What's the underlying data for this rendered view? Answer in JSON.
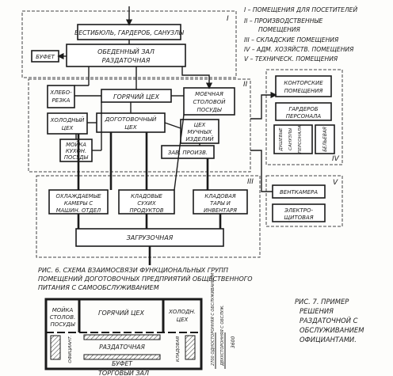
{
  "legend": [
    "I – ПОМЕЩЕНИЯ ДЛЯ ПОСЕТИТЕЛЕЙ",
    "II – ПРОИЗВОДСТВЕННЫЕ",
    "ПОМЕЩЕНИЯ",
    "III – СКЛАДСКИЕ ПОМЕЩЕНИЯ",
    "IV – АДМ. ХОЗЯЙСТВ. ПОМЕЩЕНИЯ",
    "V – ТЕХНИЧЕСК. ПОМЕЩЕНИЯ"
  ],
  "zone_labels": {
    "i": "I",
    "ii": "II",
    "iii": "III",
    "iv": "IV",
    "v": "V"
  },
  "rooms": {
    "vestibule": "ВЕСТИБЮЛЬ, ГАРДЕРОБ, САНУЗЛЫ",
    "dining_hall": [
      "ОБЕДЕННЫЙ ЗАЛ",
      "РАЗДАТОЧНАЯ"
    ],
    "buffet": "БУФЕТ",
    "bread_cutting": [
      "ХЛЕБО-",
      "РЕЗКА"
    ],
    "hot_shop": "ГОРЯЧИЙ ЦЕХ",
    "dish_washing": [
      "МОЕЧНАЯ",
      "СТОЛОВОЙ",
      "ПОСУДЫ"
    ],
    "cold_shop": [
      "ХОЛОДНЫЙ",
      "ЦЕХ"
    ],
    "procurement_shop": [
      "ДОГОТОВОЧНЫЙ",
      "ЦЕХ"
    ],
    "flour_shop": [
      "ЦЕХ",
      "МУЧНЫХ",
      "ИЗДЕЛИЙ"
    ],
    "kitchen_wash": [
      "МОЙКА",
      "КУХОН.",
      "ПОСУДЫ"
    ],
    "prod_office": "ЗАВ. ПРОИЗВ.",
    "chillers": [
      "ОХЛАЖДАЕМЫЕ",
      "КАМЕРЫ С",
      "МАШИН. ОТДЕЛ"
    ],
    "dry_storage": [
      "КЛАДОВЫЕ",
      "СУХИХ",
      "ПРОДУКТОВ"
    ],
    "container_storage": [
      "КЛАДОВАЯ",
      "ТАРЫ И",
      "ИНВЕНТАРЯ"
    ],
    "loading": "ЗАГРУЗОЧНАЯ",
    "office": [
      "КОНТОРСКИЕ",
      "ПОМЕЩЕНИЯ"
    ],
    "staff_wardrobe": [
      "ГАРДЕРОБ",
      "ПЕРСОНАЛА"
    ],
    "showers": [
      "ДУШЕВЫЕ",
      "САНУЗЛЫ",
      "ПЕРСОНАЛА"
    ],
    "linen": "БЕЛЬЕВАЯ",
    "ventilation": "ВЕНТКАМЕРА",
    "switchboard": [
      "ЭЛЕКТРО-",
      "ЩИТОВАЯ"
    ]
  },
  "caption_fig6": [
    "РИС. 6.  СХЕМА ВЗАИМОСВЯЗИ ФУНКЦИОНАЛЬНЫХ ГРУПП",
    "ПОМЕЩЕНИЙ ДОГОТОВОЧНЫХ ПРЕДПРИЯТИЙ ОБЩЕСТВЕННОГО",
    "ПИТАНИЯ  С  САМООБСЛУЖИВАНИЕМ"
  ],
  "caption_fig7": [
    "РИС. 7. ПРИМЕР",
    "РЕШЕНИЯ",
    "РАЗДАТОЧНОЙ С",
    "ОБСЛУЖИВАНИЕМ",
    "ОФИЦИАНТАМИ."
  ],
  "plan": {
    "dish_wash": [
      "МОЙКА",
      "СТОЛОВ.",
      "ПОСУДЫ"
    ],
    "hot_shop": "ГОРЯЧИЙ ЦЕХ",
    "cold_shop": [
      "ХОЛОДН.",
      "ЦЕХ"
    ],
    "serving": "РАЗДАТОЧНАЯ",
    "buffet": "БУФЕТ",
    "side_left": "ОФИЦИАНТ.",
    "side_right": "КЛАДОВАЯ",
    "trading_hall": "ТОРГОВЫЙ ЗАЛ",
    "dim_a": "2700 ОДНОСТОРОННЯЯ С ОБСЛУЖИВАНИЕМ",
    "dim_b": "ДВУХСТОРОННЯЯ С ОБСЛУЖ.",
    "dim_c": "3600"
  }
}
